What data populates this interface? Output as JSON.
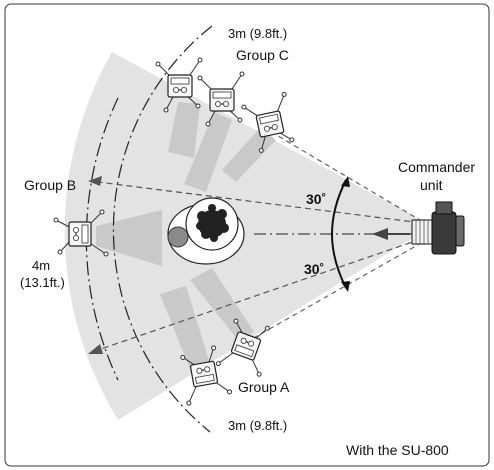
{
  "labels": {
    "group_a": "Group A",
    "group_b": "Group B",
    "group_c": "Group C",
    "commander_line1": "Commander",
    "commander_line2": "unit",
    "distance_top": "3m (9.8ft.)",
    "distance_bottom": "3m (9.8ft.)",
    "distance_left_line1": "4m",
    "distance_left_line2": "(13.1ft.)",
    "angle_upper": "30˚",
    "angle_lower": "30˚",
    "caption": "With the SU-800"
  },
  "colors": {
    "fan_fill": "#e3e3e3",
    "beam_fill": "#c9c9c9",
    "line": "#222222",
    "dashed_arrow": "#555555",
    "subject_ball": "#8a8a8a"
  },
  "icons": {
    "camera": "camera-icon",
    "flash": "flash-unit-icon",
    "subject": "subject-plant-icon",
    "ball": "subject-ball-icon"
  }
}
